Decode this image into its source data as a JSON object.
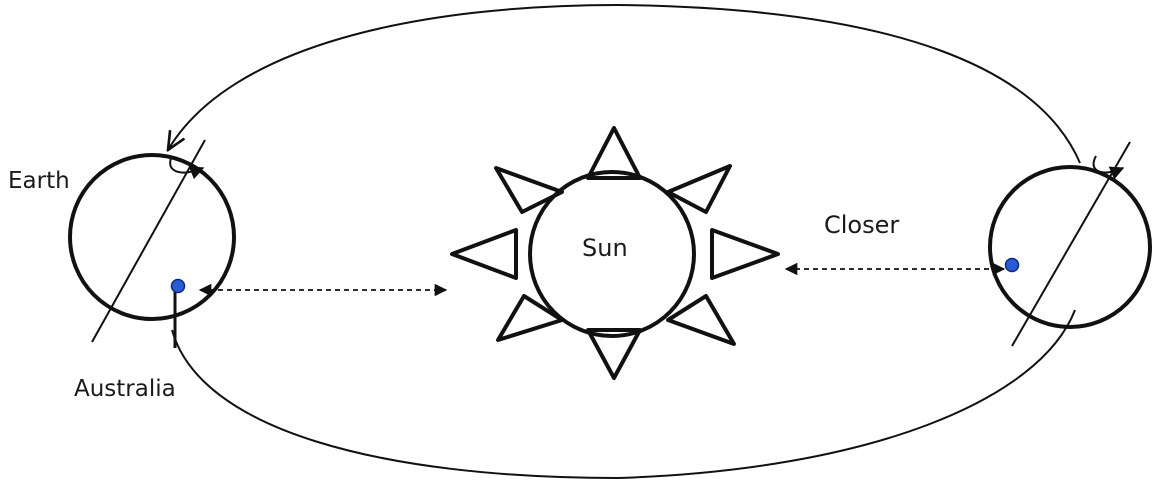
{
  "labels": {
    "earth": "Earth",
    "australia": "Australia",
    "sun": "Sun",
    "closer": "Closer"
  },
  "colors": {
    "stroke": "#111111",
    "australia_marker": "#2a5bd7",
    "background": "#ffffff"
  }
}
